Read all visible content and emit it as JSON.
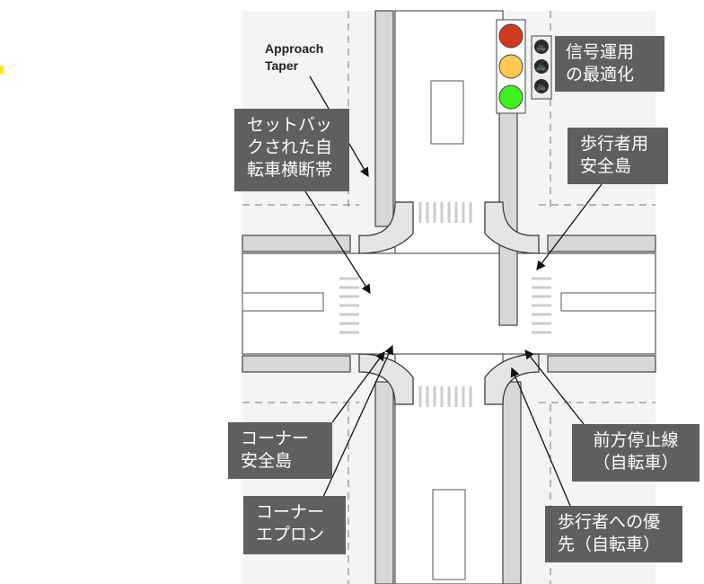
{
  "labels": {
    "approach_taper": [
      "Approach",
      "Taper"
    ],
    "signal_optimization": [
      "信号運用",
      "の最適化"
    ],
    "setback_crossing": [
      "セットバッ",
      "クされた自",
      "転車横断帯"
    ],
    "pedestrian_island": [
      "歩行者用",
      "安全島"
    ],
    "corner_island": [
      "コーナー",
      "安全島"
    ],
    "corner_apron": [
      "コーナー",
      "エプロン"
    ],
    "forward_stop_bar": [
      "前方停止線",
      "（自転車）"
    ],
    "pedestrian_priority": [
      "歩行者への優",
      "先（自転車）"
    ]
  },
  "colors": {
    "signal_red": "#d2381b",
    "signal_yellow": "#ffc850",
    "signal_green": "#3ef01f",
    "label_bg": "#5f5f5f",
    "bike_lane": "#d6d7d8",
    "sidewalk": "#f3f4f3"
  }
}
